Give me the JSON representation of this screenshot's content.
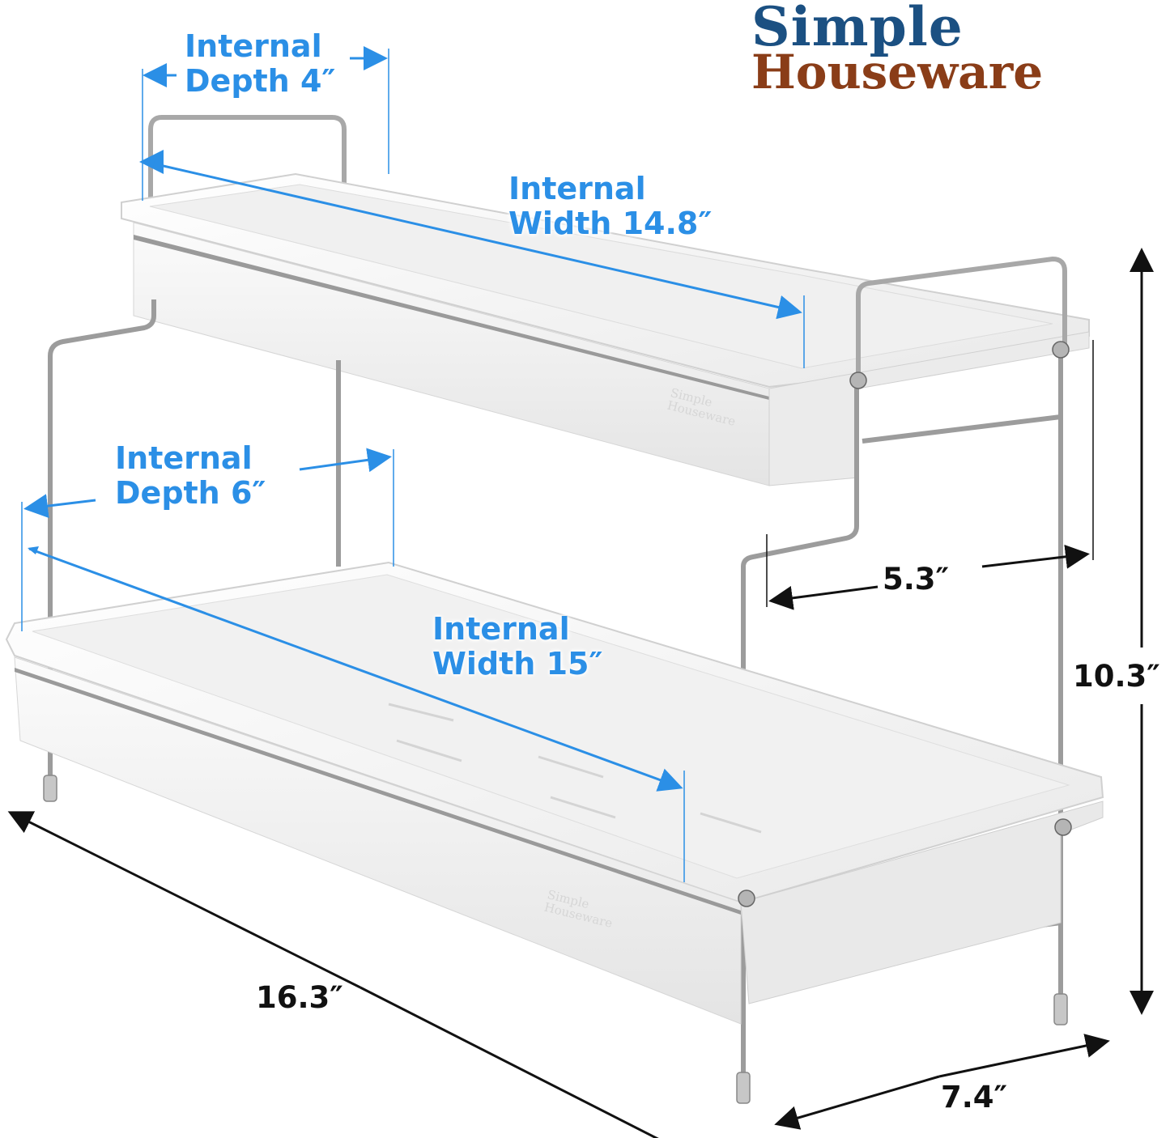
{
  "brand": {
    "line1": "Simple",
    "line2": "Houseware",
    "line1_color": "#1b5082",
    "line2_color": "#8a3d18"
  },
  "product": {
    "type": "2-tier under-sink organizer with pull-out trays",
    "embossed_logo": [
      "Simple",
      "Houseware"
    ]
  },
  "dimensions": {
    "top_depth": {
      "line1": "Internal",
      "line2": "Depth 4″"
    },
    "top_width": {
      "line1": "Internal",
      "line2": "Width 14.8″"
    },
    "bottom_depth": {
      "line1": "Internal",
      "line2": "Depth 6″"
    },
    "bottom_width": {
      "line1": "Internal",
      "line2": "Width 15″"
    },
    "tier_offset": "5.3″",
    "height": "10.3″",
    "overall_length": "16.3″",
    "overall_depth": "7.4″"
  },
  "colors": {
    "internal_dimension": "#2b8fe6",
    "external_dimension": "#111111",
    "tray": "#f2f2f2",
    "chrome": "#9a9a9a"
  }
}
